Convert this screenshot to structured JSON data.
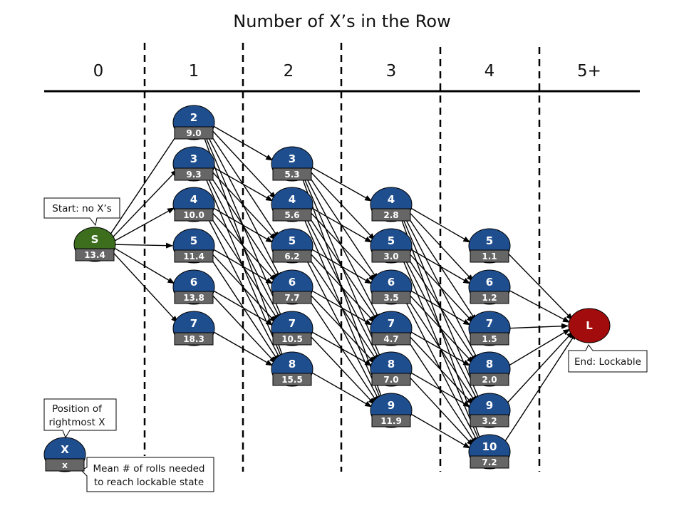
{
  "title": "Number of X’s in the Row",
  "columns": [
    "0",
    "1",
    "2",
    "3",
    "4",
    "5+"
  ],
  "colors": {
    "node": "#1f4e8f",
    "start": "#3c6e1e",
    "end": "#a30c0c",
    "value_box": "#666666"
  },
  "start": {
    "label": "S",
    "value": "13.4",
    "callout": "Start: no X’s"
  },
  "end": {
    "label": "L",
    "callout": "End: Lockable"
  },
  "stages": [
    {
      "count": 1,
      "nodes": [
        {
          "label": "2",
          "value": "9.0"
        },
        {
          "label": "3",
          "value": "9.3"
        },
        {
          "label": "4",
          "value": "10.0"
        },
        {
          "label": "5",
          "value": "11.4"
        },
        {
          "label": "6",
          "value": "13.8"
        },
        {
          "label": "7",
          "value": "18.3"
        }
      ]
    },
    {
      "count": 2,
      "nodes": [
        {
          "label": "3",
          "value": "5.3"
        },
        {
          "label": "4",
          "value": "5.6"
        },
        {
          "label": "5",
          "value": "6.2"
        },
        {
          "label": "6",
          "value": "7.7"
        },
        {
          "label": "7",
          "value": "10.5"
        },
        {
          "label": "8",
          "value": "15.5"
        }
      ]
    },
    {
      "count": 3,
      "nodes": [
        {
          "label": "4",
          "value": "2.8"
        },
        {
          "label": "5",
          "value": "3.0"
        },
        {
          "label": "6",
          "value": "3.5"
        },
        {
          "label": "7",
          "value": "4.7"
        },
        {
          "label": "8",
          "value": "7.0"
        },
        {
          "label": "9",
          "value": "11.9"
        }
      ]
    },
    {
      "count": 4,
      "nodes": [
        {
          "label": "5",
          "value": "1.1"
        },
        {
          "label": "6",
          "value": "1.2"
        },
        {
          "label": "7",
          "value": "1.5"
        },
        {
          "label": "8",
          "value": "2.0"
        },
        {
          "label": "9",
          "value": "3.2"
        },
        {
          "label": "10",
          "value": "7.2"
        }
      ]
    }
  ],
  "legend": {
    "node_label": "X",
    "value_label": "x",
    "top_callout": [
      "Position of",
      "rightmost X"
    ],
    "side_callout": [
      "Mean # of rolls needed",
      "to reach lockable state"
    ]
  }
}
